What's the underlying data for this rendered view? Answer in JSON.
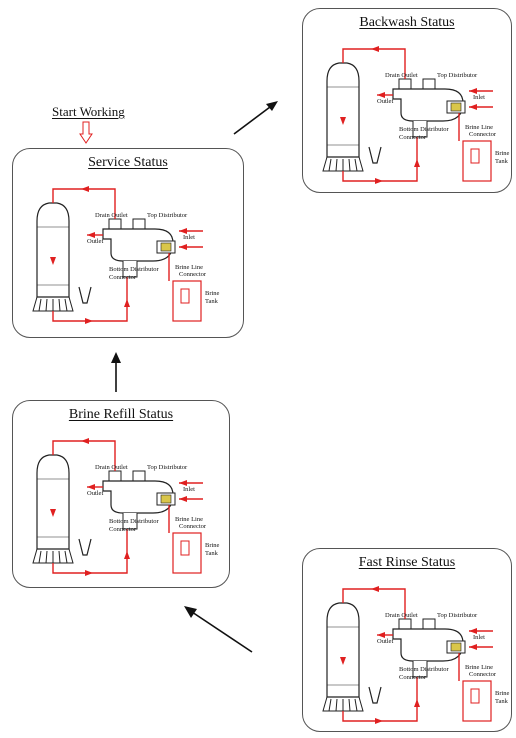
{
  "start_label": "Start Working",
  "colors": {
    "flow": "#e02020",
    "line": "#222222",
    "border": "#555555"
  },
  "labels": {
    "drain_outlet": "Drain Outlet",
    "top_distributor": "Top Distributor",
    "inlet": "Inlet",
    "outlet": "Outlet",
    "bottom_distributor": "Bottom Distributor",
    "connector": "Connector",
    "brine_line": "Brine Line",
    "brine": "Brine",
    "tank": "Tank"
  },
  "panels": [
    {
      "id": "service",
      "title": "Service Status"
    },
    {
      "id": "backwash",
      "title": "Backwash Status"
    },
    {
      "id": "brine-refill",
      "title": "Brine Refill Status"
    },
    {
      "id": "fast-rinse",
      "title": "Fast Rinse Status"
    }
  ]
}
